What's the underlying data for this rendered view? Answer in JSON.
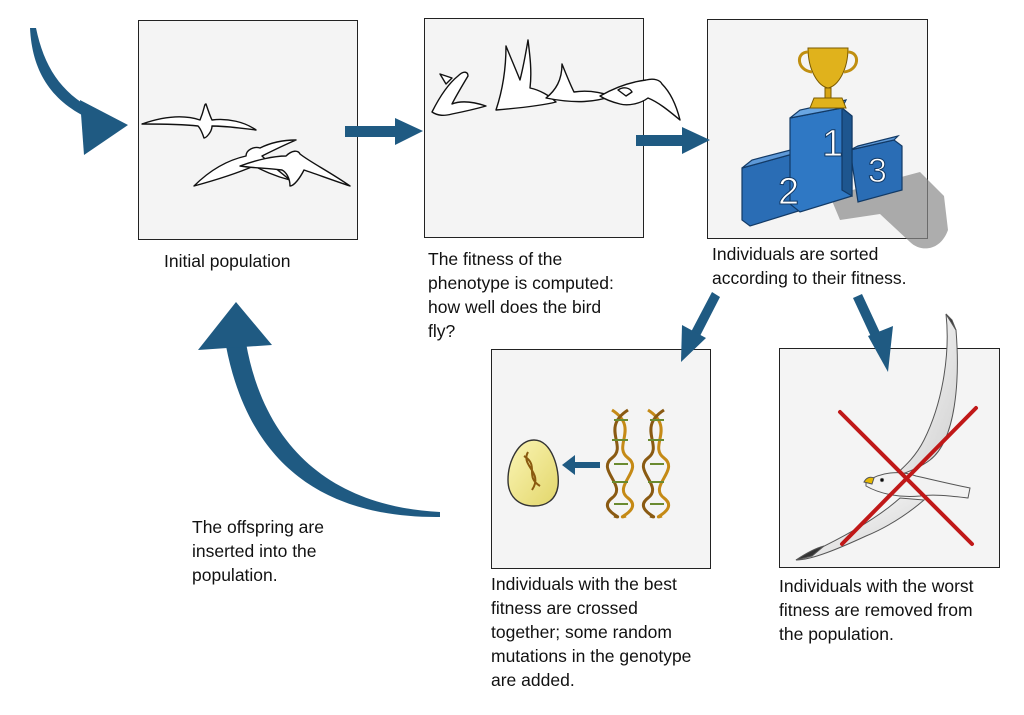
{
  "diagram": {
    "captions": {
      "initial_population": "Initial population",
      "fitness_computed": "The fitness of the\nphenotype is computed:\nhow well does the bird\nfly?",
      "sorted": "Individuals are sorted\naccording to their fitness.",
      "crossed": "Individuals with the best\nfitness are crossed\ntogether; some random\nmutations in the genotype\nare added.",
      "removed": "Individuals with the worst\nfitness are removed from\nthe population.",
      "offspring": "The offspring are\ninserted into the\npopulation."
    },
    "podium_labels": {
      "first": "1",
      "second": "2",
      "third": "3"
    },
    "colors": {
      "arrow": "#1f5a82",
      "podium": "#2a6db5",
      "trophy": "#e0b21c",
      "cross": "#c01818",
      "panel_fill": "#f4f4f4"
    }
  }
}
